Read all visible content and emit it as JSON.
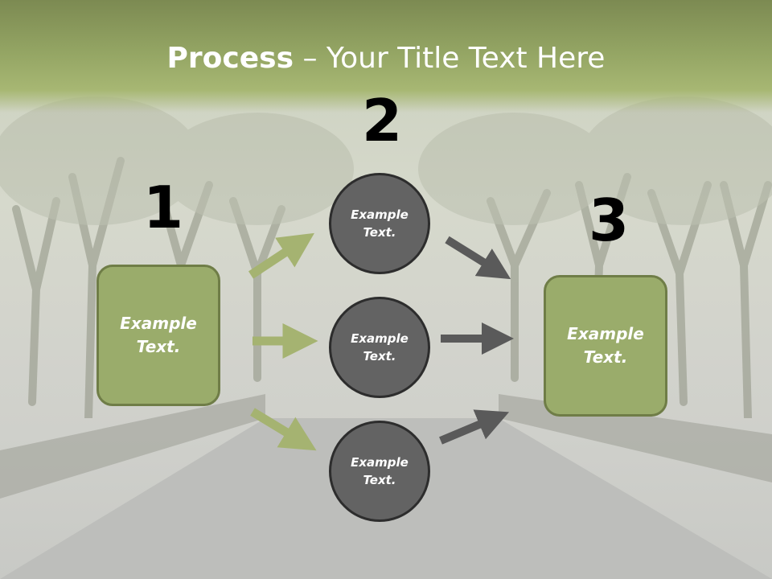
{
  "slide": {
    "title_bold": "Process",
    "title_rest": " – Your Title Text Here"
  },
  "steps": {
    "one": "1",
    "two": "2",
    "three": "3"
  },
  "boxes": {
    "left_text_line1": "Example",
    "left_text_line2": "Text.",
    "right_text_line1": "Example",
    "right_text_line2": "Text."
  },
  "circles": [
    {
      "line1": "Example",
      "line2": "Text."
    },
    {
      "line1": "Example",
      "line2": "Text."
    },
    {
      "line1": "Example",
      "line2": "Text."
    }
  ],
  "colors": {
    "accent_green": "#9aac6b",
    "circle_gray": "#636363",
    "title_band": "#93a463"
  }
}
